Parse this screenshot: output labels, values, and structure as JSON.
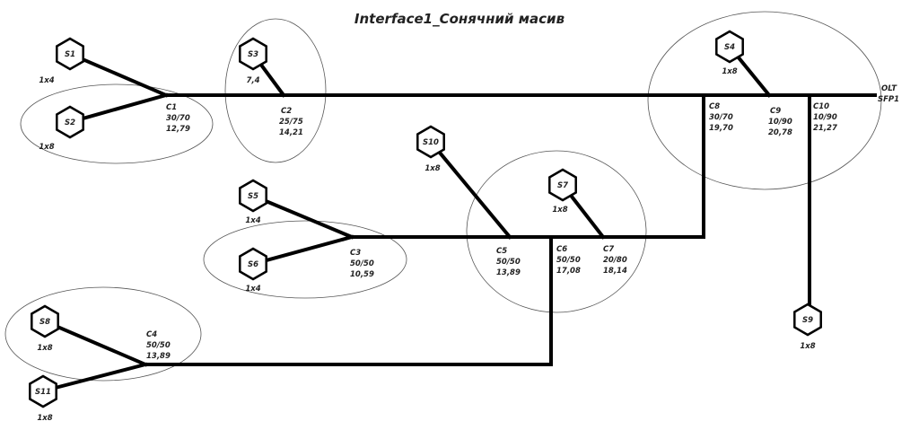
{
  "title": "Interface1_Сонячний масив",
  "olt": {
    "line1": "OLT",
    "line2": "SFP1"
  },
  "couplers": {
    "c1": {
      "name": "C1",
      "ratio": "30/70",
      "value": "12,79"
    },
    "c2": {
      "name": "C2",
      "ratio": "25/75",
      "value": "14,21"
    },
    "c3": {
      "name": "C3",
      "ratio": "50/50",
      "value": "10,59"
    },
    "c4": {
      "name": "C4",
      "ratio": "50/50",
      "value": "13,89"
    },
    "c5": {
      "name": "C5",
      "ratio": "50/50",
      "value": "13,89"
    },
    "c6": {
      "name": "C6",
      "ratio": "50/50",
      "value": "17,08"
    },
    "c7": {
      "name": "C7",
      "ratio": "20/80",
      "value": "18,14"
    },
    "c8": {
      "name": "C8",
      "ratio": "30/70",
      "value": "19,70"
    },
    "c9": {
      "name": "C9",
      "ratio": "10/90",
      "value": "20,78"
    },
    "c10": {
      "name": "C10",
      "ratio": "10/90",
      "value": "21,27"
    }
  },
  "splitters": {
    "s1": {
      "name": "S1",
      "ratio": "1x4"
    },
    "s2": {
      "name": "S2",
      "ratio": "1x8"
    },
    "s3": {
      "name": "S3",
      "ratio": "7,4"
    },
    "s4": {
      "name": "S4",
      "ratio": "1x8"
    },
    "s5": {
      "name": "S5",
      "ratio": "1x4"
    },
    "s6": {
      "name": "S6",
      "ratio": "1x4"
    },
    "s7": {
      "name": "S7",
      "ratio": "1x8"
    },
    "s8": {
      "name": "S8",
      "ratio": "1x8"
    },
    "s9": {
      "name": "S9",
      "ratio": "1x8"
    },
    "s10": {
      "name": "S10",
      "ratio": "1x8"
    },
    "s11": {
      "name": "S11",
      "ratio": "1x8"
    }
  }
}
